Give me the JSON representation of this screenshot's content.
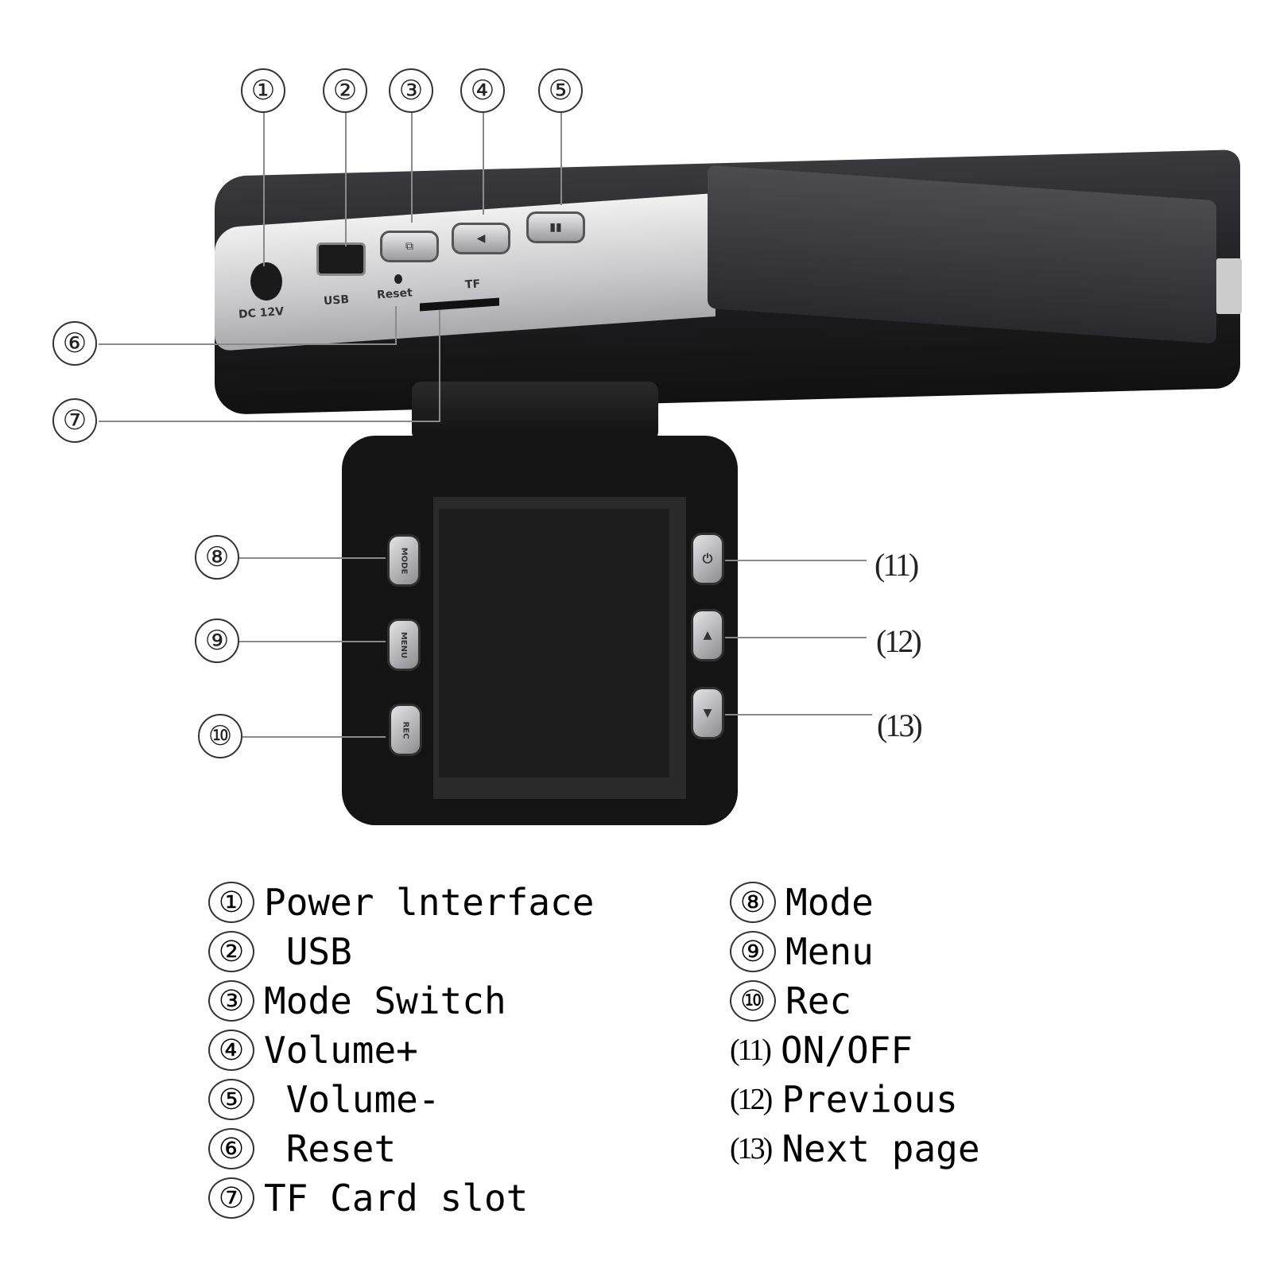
{
  "device_labels": {
    "port_dc": "DC 12V",
    "port_usb": "USB",
    "port_reset": "Reset",
    "port_tf": "TF",
    "btn_mode": "MODE",
    "btn_menu": "MENU",
    "btn_rec": "REC",
    "btn_power": "⏻",
    "btn_up": "▲",
    "btn_down": "▼",
    "btn_mode_switch": "⧉",
    "btn_vol_plus": "◀",
    "btn_vol_minus": "▮▮"
  },
  "callouts": [
    {
      "n": "①"
    },
    {
      "n": "②"
    },
    {
      "n": "③"
    },
    {
      "n": "④"
    },
    {
      "n": "⑤"
    },
    {
      "n": "⑥"
    },
    {
      "n": "⑦"
    },
    {
      "n": "⑧"
    },
    {
      "n": "⑨"
    },
    {
      "n": "⑩"
    },
    {
      "n": "(11)"
    },
    {
      "n": "(12)"
    },
    {
      "n": "(13)"
    }
  ],
  "legend": {
    "left": [
      {
        "num": "①",
        "label": "Power lnterface"
      },
      {
        "num": "②",
        "label": " USB"
      },
      {
        "num": "③",
        "label": "Mode Switch"
      },
      {
        "num": "④",
        "label": "Volume+"
      },
      {
        "num": "⑤",
        "label": " Volume-"
      },
      {
        "num": "⑥",
        "label": " Reset"
      },
      {
        "num": "⑦",
        "label": "TF Card slot"
      }
    ],
    "right": [
      {
        "num": "⑧",
        "label": "Mode"
      },
      {
        "num": "⑨",
        "label": "Menu"
      },
      {
        "num": "⑩",
        "label": "Rec"
      },
      {
        "num": "(11)",
        "label": "ON/OFF"
      },
      {
        "num": "(12)",
        "label": "Previous"
      },
      {
        "num": "(13)",
        "label": "Next page"
      }
    ]
  }
}
